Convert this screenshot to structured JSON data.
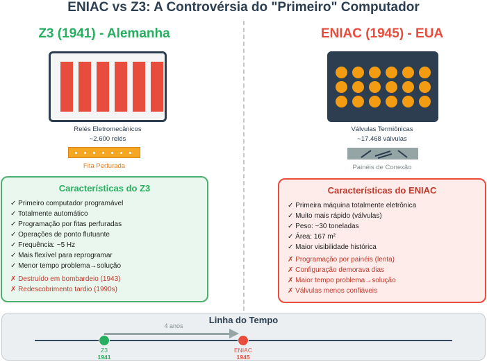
{
  "title": "ENIAC vs Z3: A Controvérsia do \"Primeiro\" Computador",
  "z3": {
    "heading": "Z3 (1941) - Alemanha",
    "image_caption_line1": "Relés Eletromecânicos",
    "image_caption_line2": "~2.600 relés",
    "tape_label": "Fita Perfurada",
    "card_title": "Características do Z3",
    "pros": [
      "✓ Primeiro computador programável",
      "✓ Totalmente automático",
      "✓ Programação por fitas perfuradas",
      "✓ Operações de ponto flutuante",
      "✓ Frequência: ~5 Hz",
      "✓ Mais flexível para reprogramar",
      "✓ Menor tempo problema→solução"
    ],
    "cons": [
      "✗ Destruído em bombardeio (1943)",
      "✗ Redescobrimento tardio (1990s)"
    ],
    "accent_color": "#27ae60"
  },
  "eniac": {
    "heading": "ENIAC (1945) - EUA",
    "image_caption_line1": "Válvulas Termiônicas",
    "image_caption_line2": "~17.468 válvulas",
    "panel_label": "Painéis de Conexão",
    "card_title": "Características do ENIAC",
    "pros": [
      "✓ Primeira máquina totalmente eletrônica",
      "✓ Muito mais rápido (válvulas)",
      "✓ Peso: ~30 toneladas",
      "✓ Área: 167 m²",
      "✓ Maior visibilidade histórica"
    ],
    "cons": [
      "✗ Programação por painéis (lenta)",
      "✗ Configuração demorava dias",
      "✗ Maior tempo problema→solução",
      "✗ Válvulas menos confiáveis"
    ],
    "accent_color": "#e74c3c"
  },
  "timeline": {
    "title": "Linha do Tempo",
    "interval_label": "4 anos",
    "events": [
      {
        "name": "Z3",
        "year": "1941",
        "color": "#27ae60"
      },
      {
        "name": "ENIAC",
        "year": "1945",
        "color": "#e74c3c"
      }
    ]
  }
}
